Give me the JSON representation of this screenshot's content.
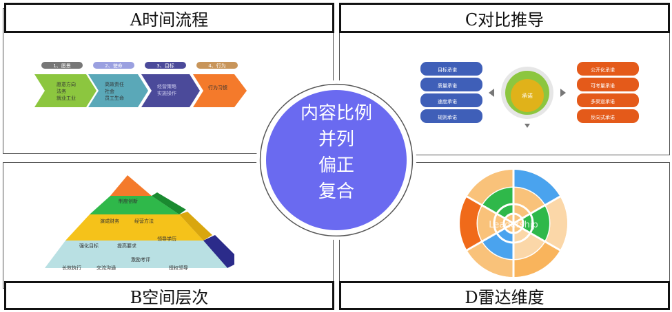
{
  "quadrants": {
    "a": {
      "title": "A时间流程"
    },
    "b": {
      "title": "B空间层次"
    },
    "c": {
      "title": "C对比推导"
    },
    "d": {
      "title": "D雷达维度"
    }
  },
  "center": {
    "lines": [
      "内容比例",
      "并列",
      "偏正",
      "复合"
    ]
  },
  "process": {
    "steps": [
      {
        "tab": "1、愿景",
        "body": [
          "愿意方向",
          "法务",
          "就业工业"
        ],
        "color": "#8cc63f"
      },
      {
        "tab": "2、使命",
        "body": [
          "高效责任",
          "社会",
          "员工生命"
        ],
        "color": "#5aa8b8"
      },
      {
        "tab": "3、目标",
        "body": [
          "经营策略",
          "实施操作"
        ],
        "color": "#4b4a9a"
      },
      {
        "tab": "4、行为",
        "body": [
          "行为习惯"
        ],
        "color": "#f47a2b"
      }
    ]
  },
  "pyramid": {
    "labels": [
      "制度创新",
      "演成财务",
      "经营方法",
      "领导学历",
      "强化目标",
      "提高要求",
      "激励考评",
      "长效执行",
      "交流沟通",
      "授权领导"
    ]
  },
  "compare": {
    "left": [
      "目标承诺",
      "质量承诺",
      "速度承诺",
      "规则承诺"
    ],
    "center": "承诺",
    "right": [
      "公开化承诺",
      "可考量承诺",
      "多渠道承诺",
      "反向式承诺"
    ]
  },
  "radar": {
    "watermark": "Leadership"
  }
}
